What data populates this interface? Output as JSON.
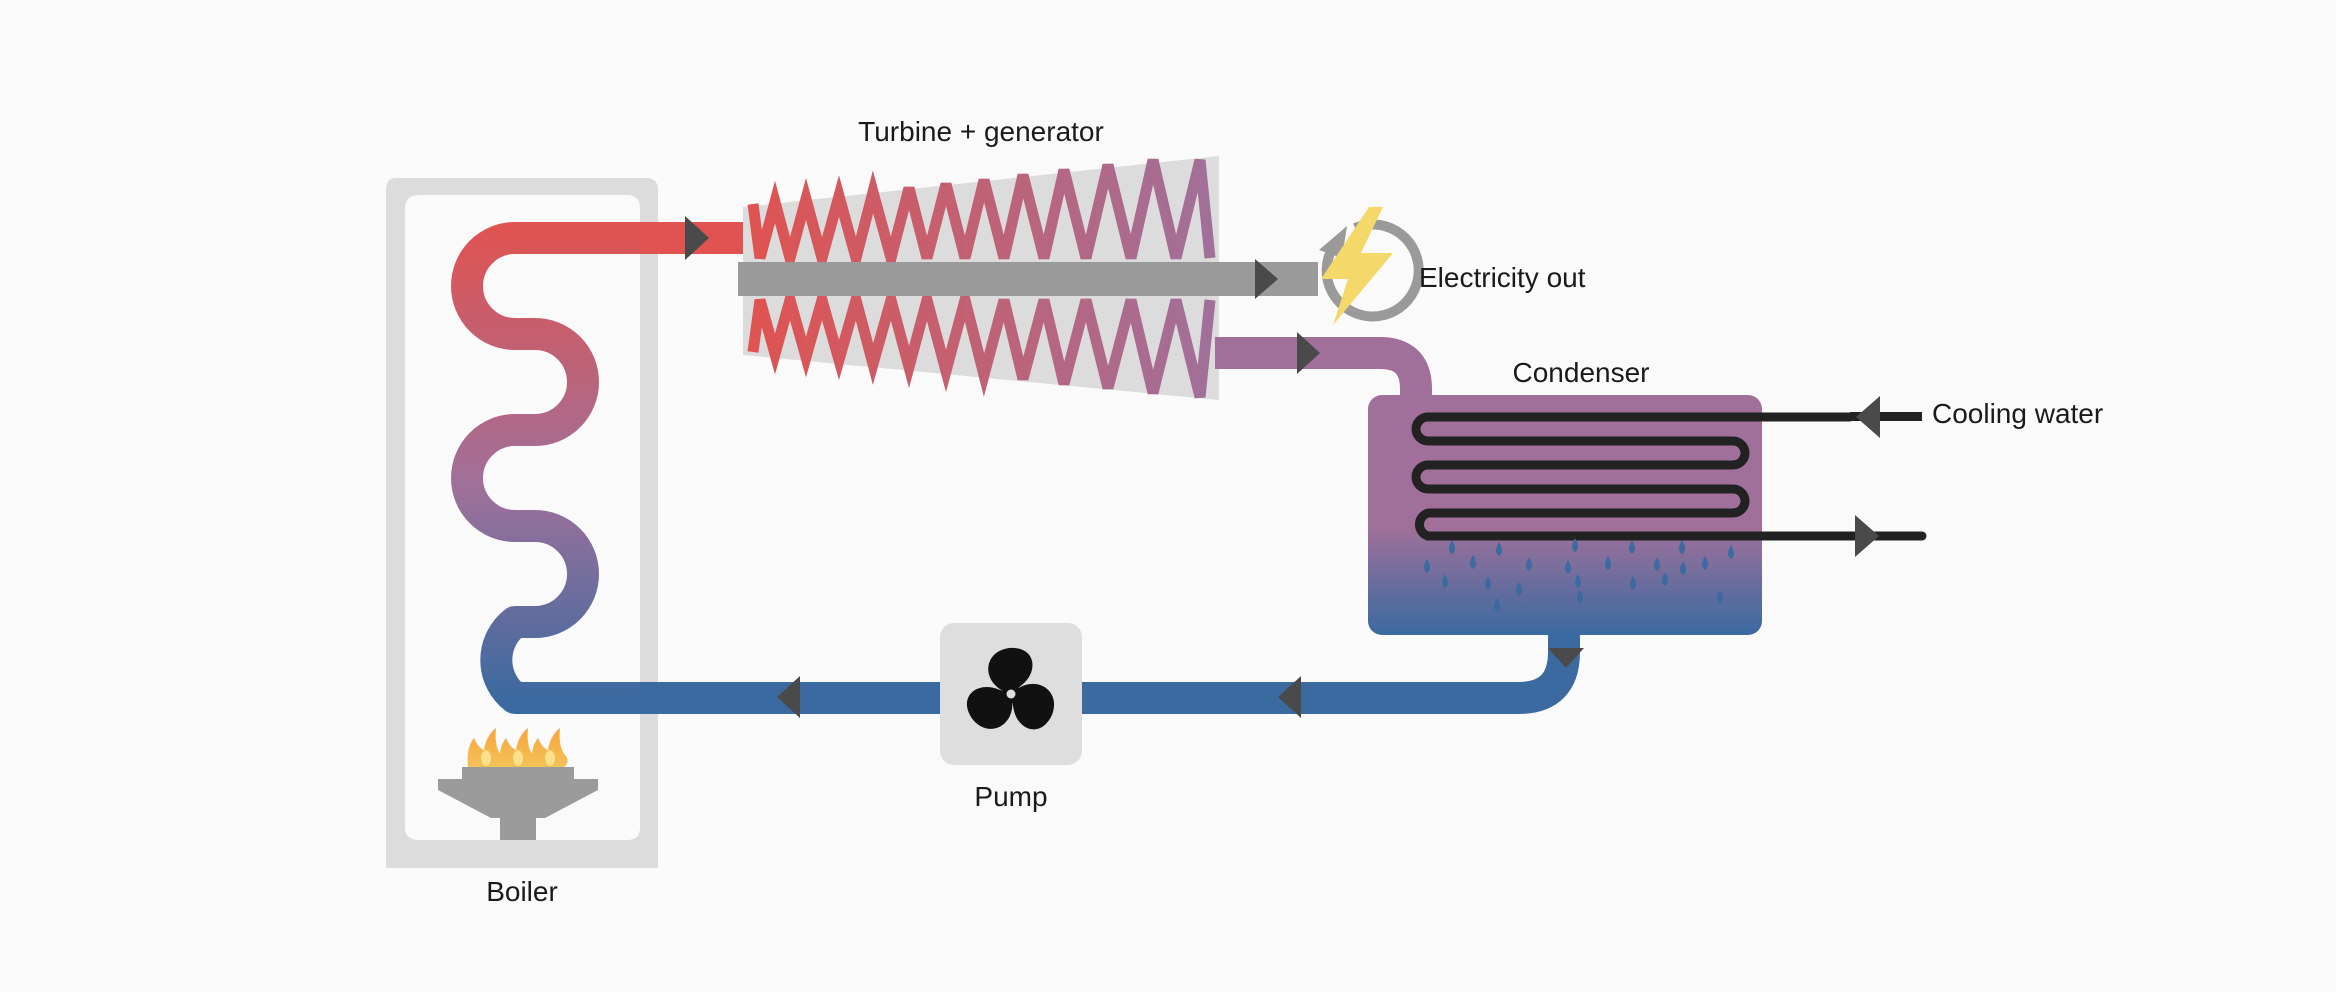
{
  "labels": {
    "turbine": "Turbine + generator",
    "electricity": "Electricity out",
    "condenser": "Condenser",
    "cooling_water": "Cooling water",
    "pump": "Pump",
    "boiler": "Boiler"
  },
  "colors": {
    "steam_hot": "#e05350",
    "steam_mid": "#a0709a",
    "water_cold": "#3a6aa0",
    "casing": "#dcdcdc",
    "shaft": "#9a9a9a",
    "arrow": "#4a4a4a",
    "coil": "#222222",
    "bolt": "#f5d86a",
    "flame_outer": "#f4b048",
    "flame_inner": "#f7d879"
  },
  "icons": [
    "lightning-bolt-icon",
    "fan-icon",
    "flame-icon",
    "flow-arrow-icon"
  ]
}
